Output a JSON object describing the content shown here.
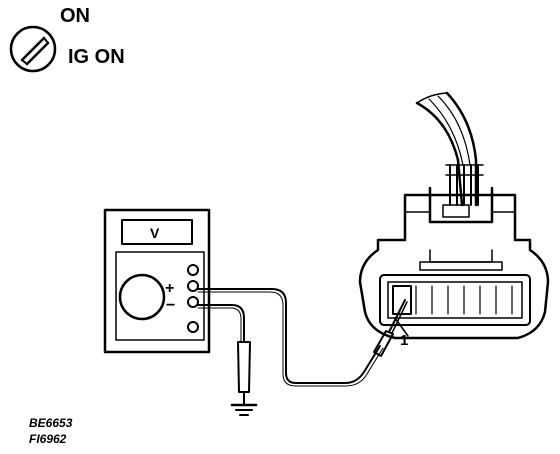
{
  "ignition": {
    "state_on": "ON",
    "state_ig_on": "IG ON",
    "icon": "ignition-key-icon"
  },
  "meter": {
    "mode": "V",
    "plus": "+",
    "minus": "−"
  },
  "connector": {
    "terminal_label": "1"
  },
  "codes": {
    "line1": "BE6653",
    "line2": "FI6962"
  }
}
